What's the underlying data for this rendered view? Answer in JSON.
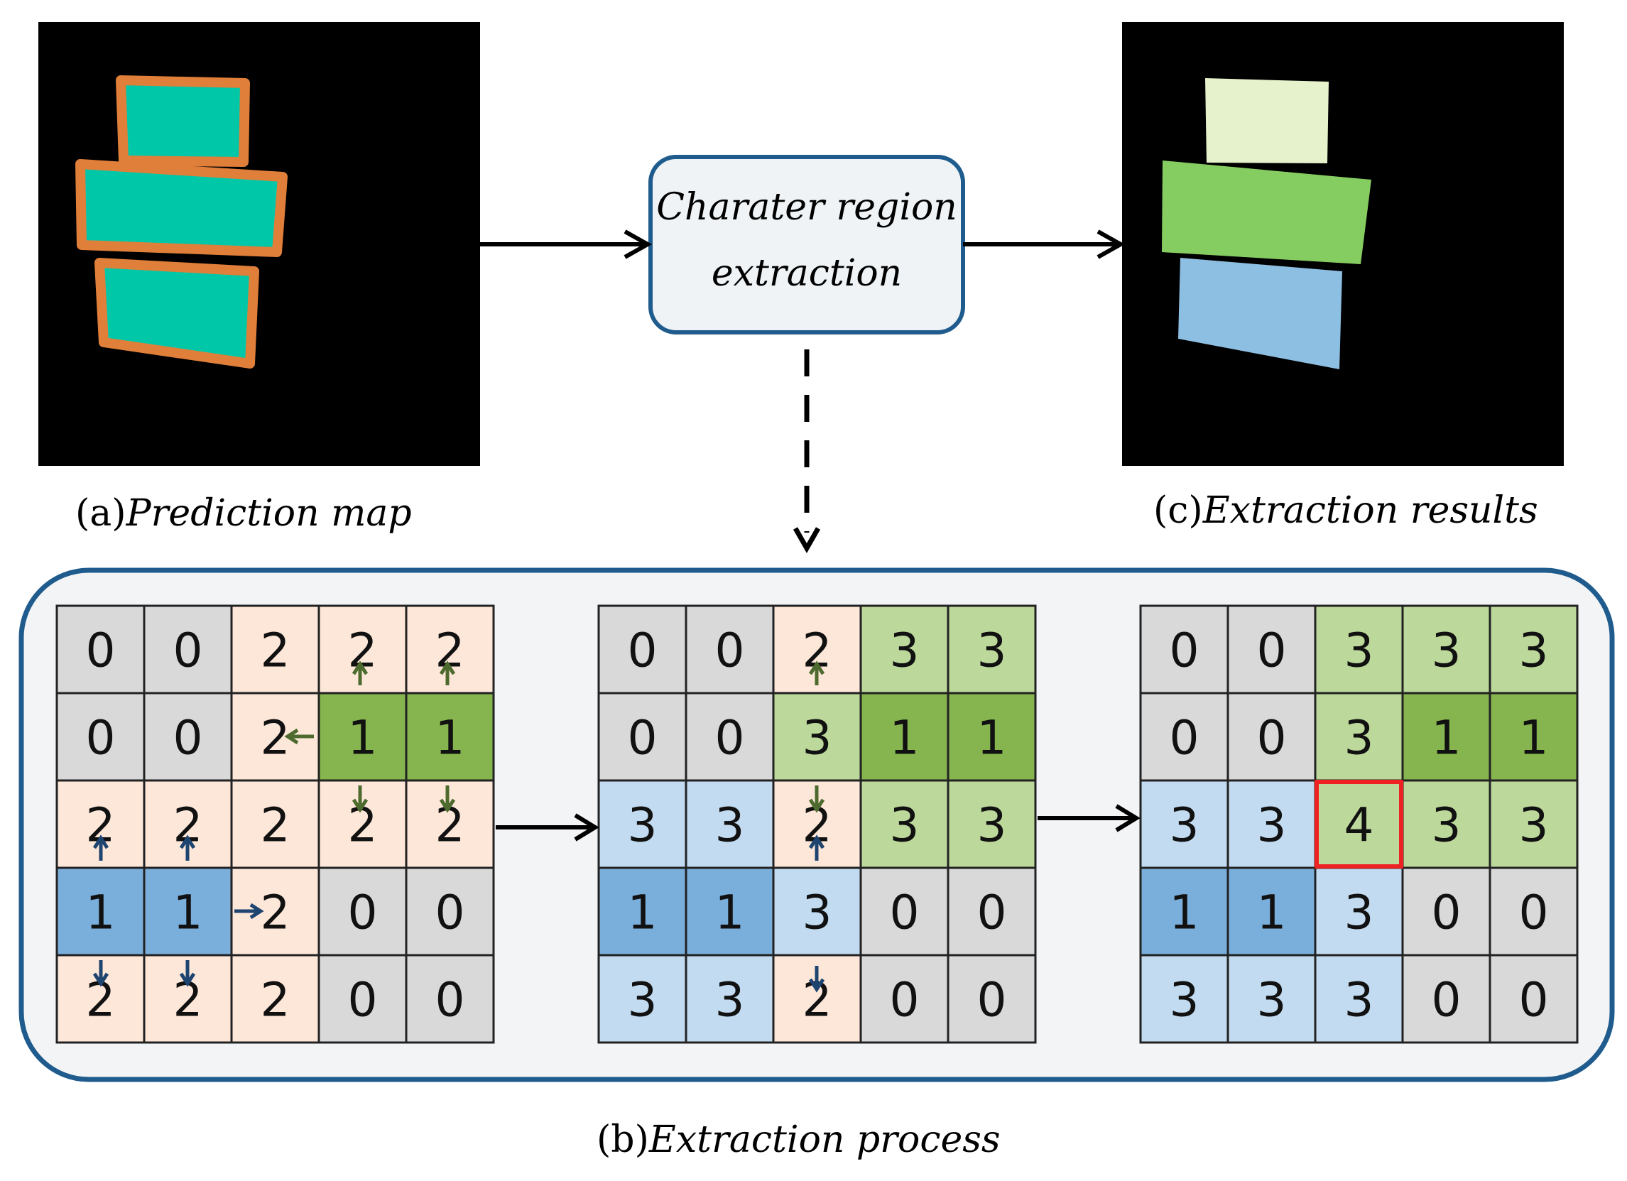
{
  "panels": {
    "prediction_map": {
      "caption_prefix": "(a)",
      "caption_text": "Prediction map"
    },
    "extraction_results": {
      "caption_prefix": "(c)",
      "caption_text": "Extraction results"
    },
    "extraction_process": {
      "caption_prefix": "(b)",
      "caption_text": "Extraction process"
    }
  },
  "process_box": {
    "line1": "Charater region",
    "line2": "extraction"
  },
  "colors": {
    "background_black": "#000000",
    "teal_fill": "#00c7a7",
    "orange_border": "#e07f3a",
    "result_light": "#e6f2cb",
    "result_green": "#86cd61",
    "result_blue": "#8dbfe3",
    "cell_gray": "#d9d9d9",
    "cell_peach": "#fde7d9",
    "cell_green_dark": "#86b44e",
    "cell_green_light": "#bcd89a",
    "cell_blue_dark": "#7aaedb",
    "cell_blue_light": "#c2dbf0",
    "arrow_green": "#4d6b2e",
    "arrow_blue": "#1e4470",
    "frame_blue": "#1f5c8d",
    "box_fill": "#eff3f6",
    "highlight_red": "#ee2222"
  },
  "grids": [
    {
      "values": [
        [
          "0",
          "0",
          "2",
          "2",
          "2"
        ],
        [
          "0",
          "0",
          "2",
          "1",
          "1"
        ],
        [
          "2",
          "2",
          "2",
          "2",
          "2"
        ],
        [
          "1",
          "1",
          "2",
          "0",
          "0"
        ],
        [
          "2",
          "2",
          "2",
          "0",
          "0"
        ]
      ],
      "fills": [
        [
          "g",
          "g",
          "p",
          "p",
          "p"
        ],
        [
          "g",
          "g",
          "p",
          "G",
          "G"
        ],
        [
          "p",
          "p",
          "p",
          "p",
          "p"
        ],
        [
          "B",
          "B",
          "p",
          "g",
          "g"
        ],
        [
          "p",
          "p",
          "p",
          "g",
          "g"
        ]
      ]
    },
    {
      "values": [
        [
          "0",
          "0",
          "2",
          "3",
          "3"
        ],
        [
          "0",
          "0",
          "3",
          "1",
          "1"
        ],
        [
          "3",
          "3",
          "2",
          "3",
          "3"
        ],
        [
          "1",
          "1",
          "3",
          "0",
          "0"
        ],
        [
          "3",
          "3",
          "2",
          "0",
          "0"
        ]
      ],
      "fills": [
        [
          "g",
          "g",
          "p",
          "l",
          "l"
        ],
        [
          "g",
          "g",
          "l",
          "G",
          "G"
        ],
        [
          "b",
          "b",
          "p",
          "l",
          "l"
        ],
        [
          "B",
          "B",
          "b",
          "g",
          "g"
        ],
        [
          "b",
          "b",
          "p",
          "g",
          "g"
        ]
      ]
    },
    {
      "values": [
        [
          "0",
          "0",
          "3",
          "3",
          "3"
        ],
        [
          "0",
          "0",
          "3",
          "1",
          "1"
        ],
        [
          "3",
          "3",
          "4",
          "3",
          "3"
        ],
        [
          "1",
          "1",
          "3",
          "0",
          "0"
        ],
        [
          "3",
          "3",
          "3",
          "0",
          "0"
        ]
      ],
      "fills": [
        [
          "g",
          "g",
          "l",
          "l",
          "l"
        ],
        [
          "g",
          "g",
          "l",
          "G",
          "G"
        ],
        [
          "b",
          "b",
          "l",
          "l",
          "l"
        ],
        [
          "B",
          "B",
          "b",
          "g",
          "g"
        ],
        [
          "b",
          "b",
          "b",
          "g",
          "g"
        ]
      ],
      "highlight": "4"
    }
  ]
}
